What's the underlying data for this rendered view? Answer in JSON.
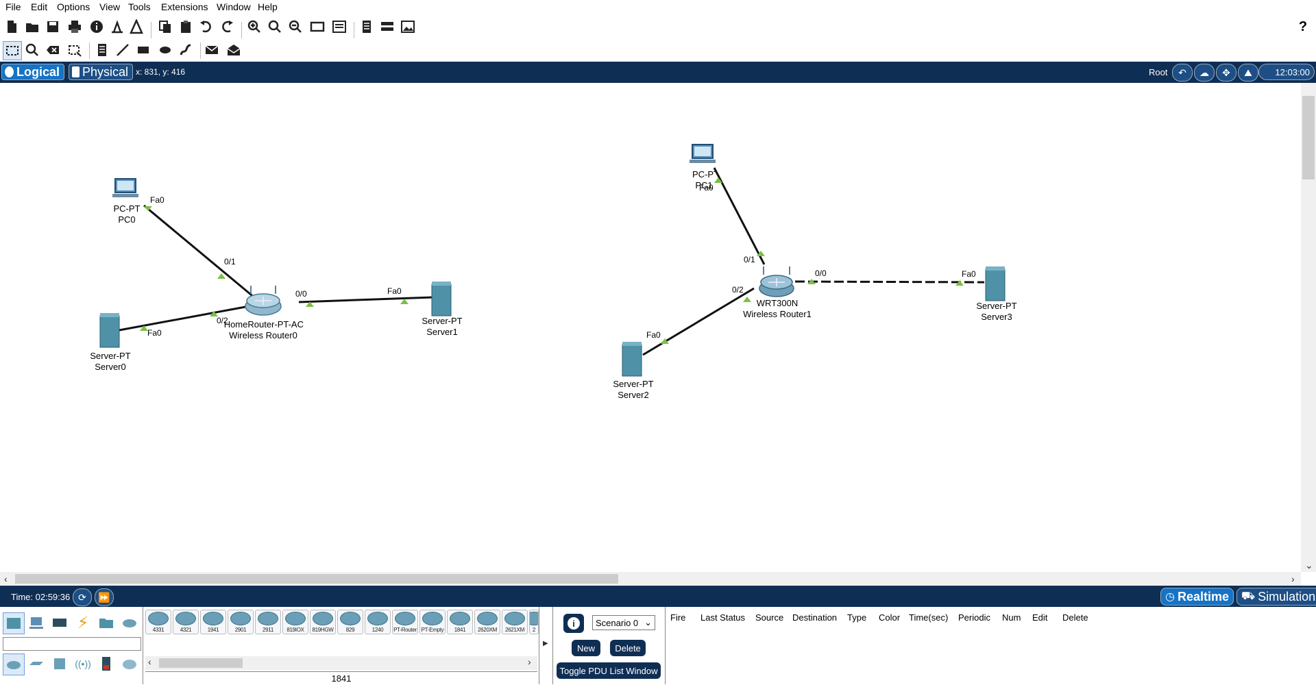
{
  "menu": [
    "File",
    "Edit",
    "Options",
    "View",
    "Tools",
    "Extensions",
    "Window",
    "Help"
  ],
  "toolbar": {
    "main_icons": [
      "new-file-icon",
      "open-folder-icon",
      "save-icon",
      "print-icon",
      "info-icon",
      "activity-wizard-icon",
      "network-info-icon",
      "copy-icon",
      "paste-icon",
      "undo-icon",
      "redo-icon",
      "zoom-in-icon",
      "zoom-reset-icon",
      "zoom-out-icon",
      "drawing-palette-icon",
      "custom-devices-icon",
      "cluster-icon",
      "viewport-icon",
      "help-icon"
    ],
    "tool_icons": [
      "select-icon",
      "inspect-icon",
      "delete-icon",
      "resize-icon",
      "note-icon",
      "line-icon",
      "rectangle-icon",
      "ellipse-icon",
      "freeform-icon",
      "simple-pdu-icon",
      "complex-pdu-icon"
    ]
  },
  "navbar": {
    "logical_label": "Logical",
    "physical_label": "Physical",
    "coords": "x: 831, y: 416",
    "root_label": "Root",
    "clock": "12:03:00"
  },
  "topology": {
    "devices": [
      {
        "id": "pc0",
        "type": "pc",
        "model": "PC-PT",
        "name": "PC0"
      },
      {
        "id": "wr0",
        "type": "router",
        "model": "HomeRouter-PT-AC",
        "name": "Wireless Router0"
      },
      {
        "id": "s0",
        "type": "server",
        "model": "Server-PT",
        "name": "Server0"
      },
      {
        "id": "s1",
        "type": "server",
        "model": "Server-PT",
        "name": "Server1"
      },
      {
        "id": "pc1",
        "type": "pc",
        "model": "PC-PT",
        "name": "PC1"
      },
      {
        "id": "wr1",
        "type": "router",
        "model": "WRT300N",
        "name": "Wireless Router1"
      },
      {
        "id": "s2",
        "type": "server",
        "model": "Server-PT",
        "name": "Server2"
      },
      {
        "id": "s3",
        "type": "server",
        "model": "Server-PT",
        "name": "Server3"
      }
    ],
    "ports": [
      "Fa0",
      "0/1",
      "0/0",
      "Fa0",
      "0/2",
      "Fa0",
      "Fa0",
      "0/1",
      "0/0",
      "Fa0",
      "0/2",
      "Fa0"
    ]
  },
  "bottom": {
    "time_label": "Time: 02:59:36",
    "realtime_label": "Realtime",
    "simulation_label": "Simulation",
    "device_models": [
      "4331",
      "4321",
      "1941",
      "2901",
      "2911",
      "819IOX",
      "819HGW",
      "829",
      "1240",
      "PT-Router",
      "PT-Empty",
      "1841",
      "2620XM",
      "2621XM",
      "2"
    ],
    "selected_device": "1841",
    "scenario": "Scenario 0",
    "new_label": "New",
    "delete_label": "Delete",
    "toggle_label": "Toggle PDU List Window",
    "pdu_columns": [
      "Fire",
      "Last Status",
      "Source",
      "Destination",
      "Type",
      "Color",
      "Time(sec)",
      "Periodic",
      "Num",
      "Edit",
      "Delete"
    ]
  }
}
